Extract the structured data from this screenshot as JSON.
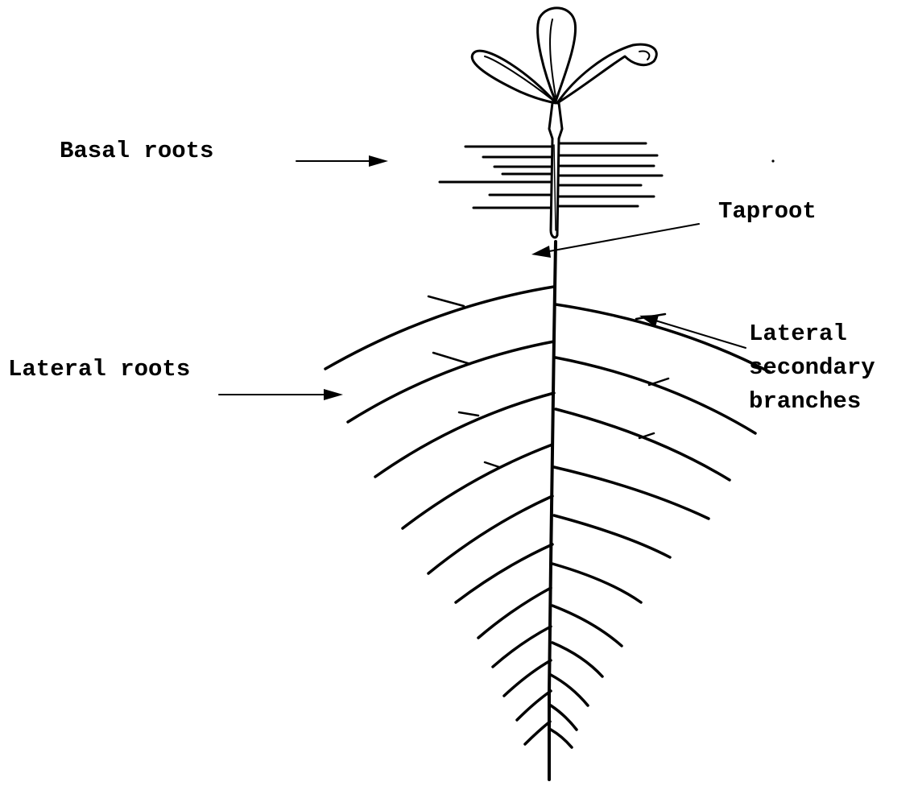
{
  "labels": {
    "basal_roots": "Basal roots",
    "taproot": "Taproot",
    "lateral_roots": "Lateral roots",
    "lateral_secondary_line1": "Lateral",
    "lateral_secondary_line2": "secondary",
    "lateral_secondary_line3": "branches"
  },
  "colors": {
    "ink": "#000000",
    "background": "#ffffff"
  }
}
